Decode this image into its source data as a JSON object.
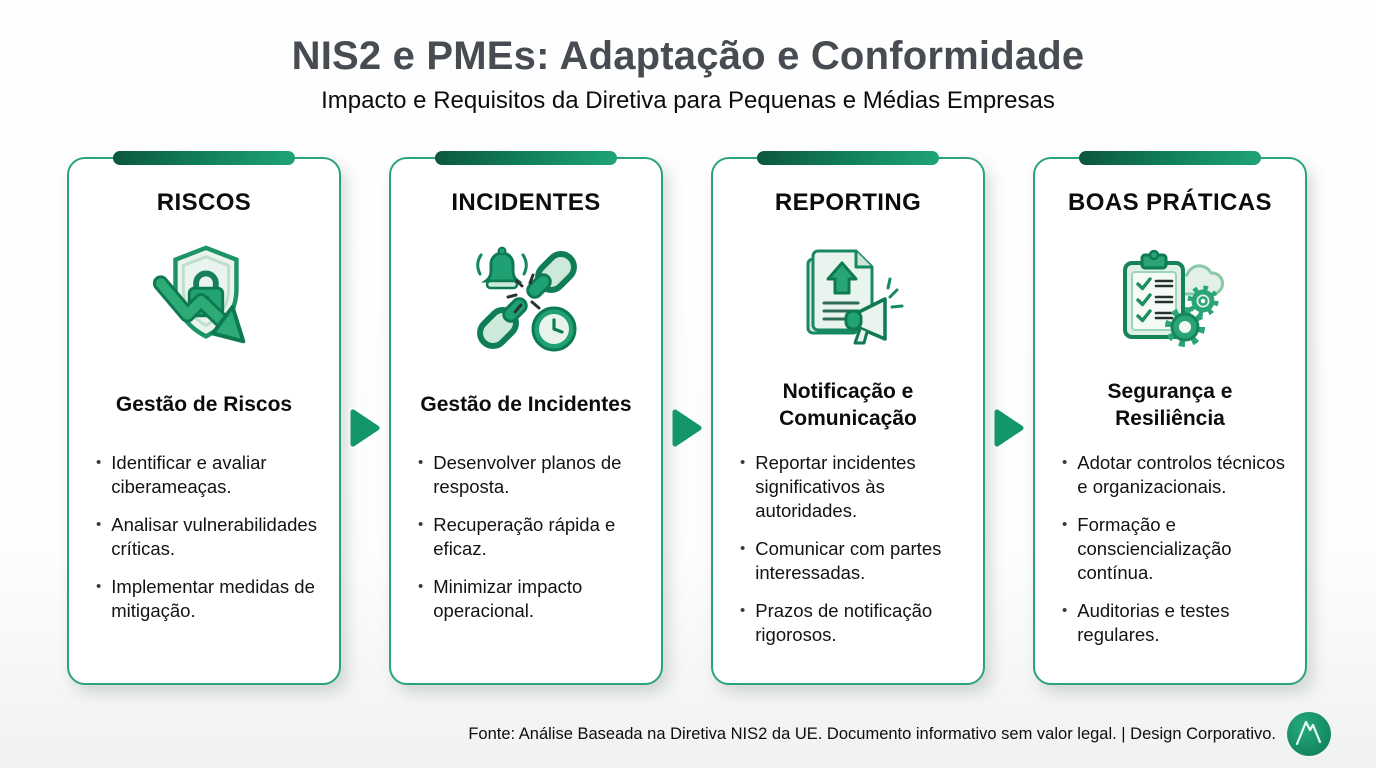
{
  "header": {
    "title": "NIS2 e PMEs: Adaptação e Conformidade",
    "subtitle": "Impacto e Requisitos da Diretiva para Pequenas e Médias Empresas"
  },
  "cards": [
    {
      "header": "RISCOS",
      "icon": "shield-lock-declining-arrow-icon",
      "subtitle": "Gestão de Riscos",
      "bullets": [
        "Identificar e avaliar ciberameaças.",
        "Analisar vulnerabilidades críticas.",
        "Implementar medidas de mitigação."
      ]
    },
    {
      "header": "INCIDENTES",
      "icon": "broken-chain-alert-clock-icon",
      "subtitle": "Gestão de Incidentes",
      "bullets": [
        "Desenvolver planos de resposta.",
        "Recuperação rápida e eficaz.",
        "Minimizar impacto operacional."
      ]
    },
    {
      "header": "REPORTING",
      "icon": "document-upload-megaphone-icon",
      "subtitle": "Notificação e Comunicação",
      "bullets": [
        "Reportar incidentes significativos às autoridades.",
        "Comunicar com partes interessadas.",
        "Prazos de notificação rigorosos."
      ]
    },
    {
      "header": "BOAS PRÁTICAS",
      "icon": "checklist-cloud-gears-icon",
      "subtitle": "Segurança e Resiliência",
      "bullets": [
        "Adotar controlos técnicos e organizacionais.",
        "Formação e consciencialização contínua.",
        "Auditorias e testes regulares."
      ]
    }
  ],
  "connector": {
    "icon": "right-arrow-icon"
  },
  "footer": {
    "text": "Fonte: Análise Baseada na Diretiva NIS2 da UE. Documento informativo sem valor legal. | Design Corporativo.",
    "logo_icon": "mountain-line-logo-icon"
  },
  "glyphs": {
    "bullet": "•"
  },
  "colors": {
    "primary_green": "#1fa173",
    "dark_green": "#0b5740",
    "border_green": "#2ba37e",
    "light_green_fill": "#dff0e7",
    "title_gray": "#474c52",
    "text_black": "#131313",
    "background": "#fbfcfb"
  }
}
